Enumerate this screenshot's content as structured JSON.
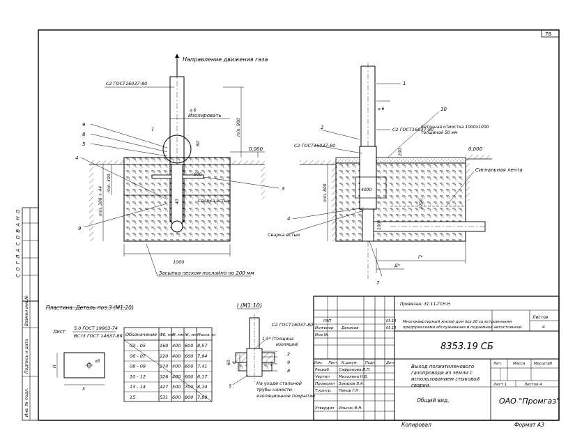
{
  "sheet": {
    "sheet_number": "78",
    "approval_label": "С О Г Л А С О В А Н О",
    "side_stamp": [
      "Взамен инв.№",
      "Подпись и дата",
      "Инв. № подл."
    ],
    "copied_label": "Копировал",
    "format_label": "Формат А3"
  },
  "left_view": {
    "gas_direction": "Направление движения газа",
    "pipe_std": "С2 ГОСТ16037-80",
    "isolate": "Изолировать",
    "ground_mark": "0,000",
    "callouts": [
      "9",
      "8",
      "5",
      "4",
      "9",
      "3",
      "I"
    ],
    "weld": "Сварка встык",
    "dims": {
      "d6": "⌀ 6",
      "d60": "60",
      "min800": "min. 800",
      "min300": "min. 300",
      "min300_44": "min. 300 + 44",
      "d600": "600",
      "d1000": "1000",
      "d40": "40"
    },
    "sand_note": "Засыпка песком послойно по 200 мм"
  },
  "right_view": {
    "callout_1": "1",
    "callout_2": "2",
    "callout_10": "10",
    "d6": "⌀ 6",
    "pipe_std_1": "С2 ГОСТ16037-80",
    "pipe_std_2": "С2 ГОСТ16037-80",
    "concrete_note_1": "Бетонная отмостка 1000х1000",
    "concrete_note_2": "толщиной 50 мм",
    "ground_mark": "0,000",
    "signal_tape": "Сигнальная лента",
    "weld": "Сварка встык",
    "callout_4": "4",
    "callout_7": "7",
    "dims": {
      "min800": "min. 800",
      "d4000": "4000",
      "d1200": "1200",
      "d200": "200",
      "d100": "100",
      "r": "r*",
      "g": "Г*",
      "d": "Д*"
    }
  },
  "plate_detail": {
    "title": "Пластина. Деталь поз.3 (М1:20)",
    "sheet_prefix": "Лист",
    "std_top": "5,0 ГОСТ 19903-74",
    "std_bottom": "ВСт3 ГОСТ 14637-89",
    "dim_d": "⌀5",
    "dim_h": "H",
    "dim_x": "X"
  },
  "spec_table": {
    "headers": [
      "Обозначение",
      "ФЕ, мм",
      "М, мм",
      "Ж, мм",
      "Масса, кг"
    ],
    "rows": [
      [
        "03 - 05",
        "160",
        "400",
        "600",
        "8,57"
      ],
      [
        "06 - 07",
        "220",
        "400",
        "600",
        "7,94"
      ],
      [
        "08 - 09",
        "274",
        "400",
        "600",
        "7,41"
      ],
      [
        "10 - 12",
        "326",
        "400",
        "600",
        "6,17"
      ],
      [
        "13 - 14",
        "427",
        "500",
        "700",
        "8,14"
      ],
      [
        "15",
        "531",
        "600",
        "800",
        "7,88"
      ]
    ]
  },
  "detail_one": {
    "title": "I (М1:10)",
    "std": "С2 ГОСТ16037-80",
    "note_15": "1,5* (толщина",
    "note_15b": "изоляции)",
    "callouts": [
      "2",
      "9",
      "8",
      "5"
    ],
    "dim_60": "60",
    "dim_6": "6",
    "bottom_note_1": "На уходе стальной",
    "bottom_note_2": "трубы нанести",
    "bottom_note_3": "изоляционное покрытие"
  },
  "title_block": {
    "ref": "Привязан: 31.11-ГСН.Н",
    "gip": "ГИП",
    "engineer": "Инженер",
    "engineer_name": "Денисов",
    "date1": "05.14",
    "date2": "05.14",
    "inv": "Инв.№",
    "project_title_1": "Многоквартирный жилой дом поз.2б со встроенными",
    "project_title_2": "предприятиями обслуживания и подземной автостоянкой",
    "sheets_label": "Листов",
    "sheets_value": "4",
    "code": "8353.19 СБ",
    "col_heads": [
      "Изм.",
      "Лист",
      "N докум.",
      "Подп.",
      "Дата"
    ],
    "roles": [
      [
        "Разраб.",
        "Сафронова И.П."
      ],
      [
        "Чертил",
        "Михалина Н.В."
      ],
      [
        "Проверил",
        "Захаров В.А."
      ],
      [
        "Т.контр.",
        "Панов Г.Н."
      ],
      [
        "",
        ""
      ],
      [
        "Утвердил",
        "Ильгин В.Н."
      ]
    ],
    "desc_1": "Выход полиэтиленового",
    "desc_2": "газопровода из земли с",
    "desc_3": "использованием стыковой",
    "desc_4": "сварки.",
    "lit": "Лит.",
    "mass": "Масса",
    "scale": "Масштаб",
    "sheet_label": "Лист 1",
    "sheets_4": "Листов 4",
    "view": "Общий вид.",
    "org": "ОАО \"Промгаз\""
  }
}
